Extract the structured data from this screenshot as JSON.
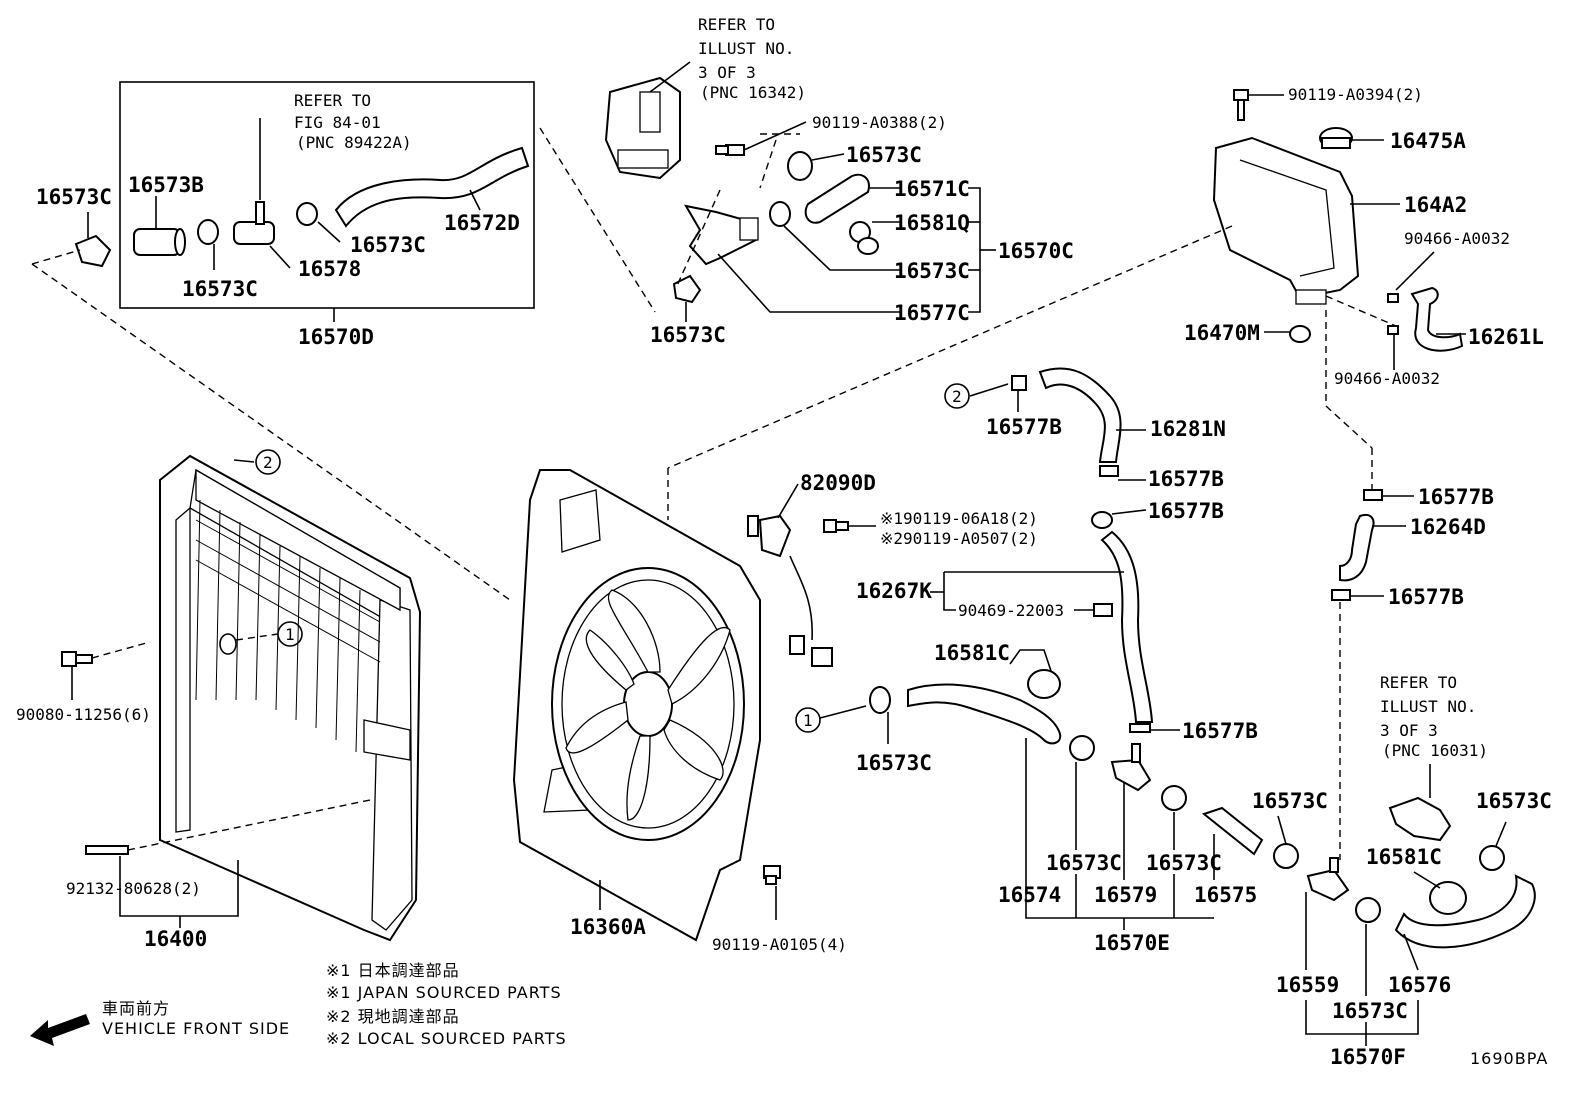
{
  "diagram_code": "1690BPA",
  "labels": {
    "p16573C_a": "16573C",
    "p16573B": "16573B",
    "p16573C_b": "16573C",
    "p16578": "16578",
    "p16573C_c": "16573C",
    "p16572D": "16572D",
    "p16570D": "16570D",
    "p16573C_d": "16573C",
    "p16571C": "16571C",
    "p16581Q": "16581Q",
    "p16573C_e": "16573C",
    "p16577C": "16577C",
    "p16570C": "16570C",
    "p16573C_f": "16573C",
    "p16475A": "16475A",
    "p164A2": "164A2",
    "p16470M": "16470M",
    "p16261L": "16261L",
    "p16577B_a": "16577B",
    "p16281N": "16281N",
    "p16577B_b": "16577B",
    "p16577B_c": "16577B",
    "p16577B_d": "16577B",
    "p16264D": "16264D",
    "p16577B_e": "16577B",
    "p82090D": "82090D",
    "p16267K": "16267K",
    "p16581C_a": "16581C",
    "p16573C_g": "16573C",
    "p16577B_f": "16577B",
    "p16573C_h": "16573C",
    "p16573C_i": "16573C",
    "p16573C_j": "16573C",
    "p16573C_k": "16573C",
    "p16581C_b": "16581C",
    "p16574": "16574",
    "p16579": "16579",
    "p16575": "16575",
    "p16570E": "16570E",
    "p16559": "16559",
    "p16576": "16576",
    "p16573C_l": "16573C",
    "p16570F": "16570F",
    "p16400": "16400",
    "p16360A": "16360A"
  },
  "small_labels": {
    "b90119_A0388": "90119-A0388(2)",
    "b90119_A0394": "90119-A0394(2)",
    "b90466_A0032_a": "90466-A0032",
    "b90466_A0032_b": "90466-A0032",
    "b90119_06A18": "※190119-06A18(2)",
    "b90119_A0507": "※290119-A0507(2)",
    "b90469_22003": "90469-22003",
    "b90080_11256": "90080-11256(6)",
    "b92132_80628": "92132-80628(2)",
    "b90119_A0105": "90119-A0105(4)"
  },
  "refer_notes": {
    "fig84": [
      "REFER TO",
      "FIG 84-01",
      "(PNC 89422A)"
    ],
    "illust_top": [
      "REFER TO",
      "ILLUST NO.",
      "3 OF 3",
      "(PNC 16342)"
    ],
    "illust_bottom": [
      "REFER TO",
      "ILLUST NO.",
      "3 OF 3",
      "(PNC 16031)"
    ]
  },
  "circle_markers": {
    "one": "1",
    "two": "2"
  },
  "legend": {
    "j1": "※1 日本調達部品",
    "e1": "※1 JAPAN SOURCED PARTS",
    "j2": "※2 現地調達部品",
    "e2": "※2 LOCAL SOURCED PARTS"
  },
  "direction": {
    "jp": "車両前方",
    "en": "VEHICLE FRONT SIDE"
  }
}
